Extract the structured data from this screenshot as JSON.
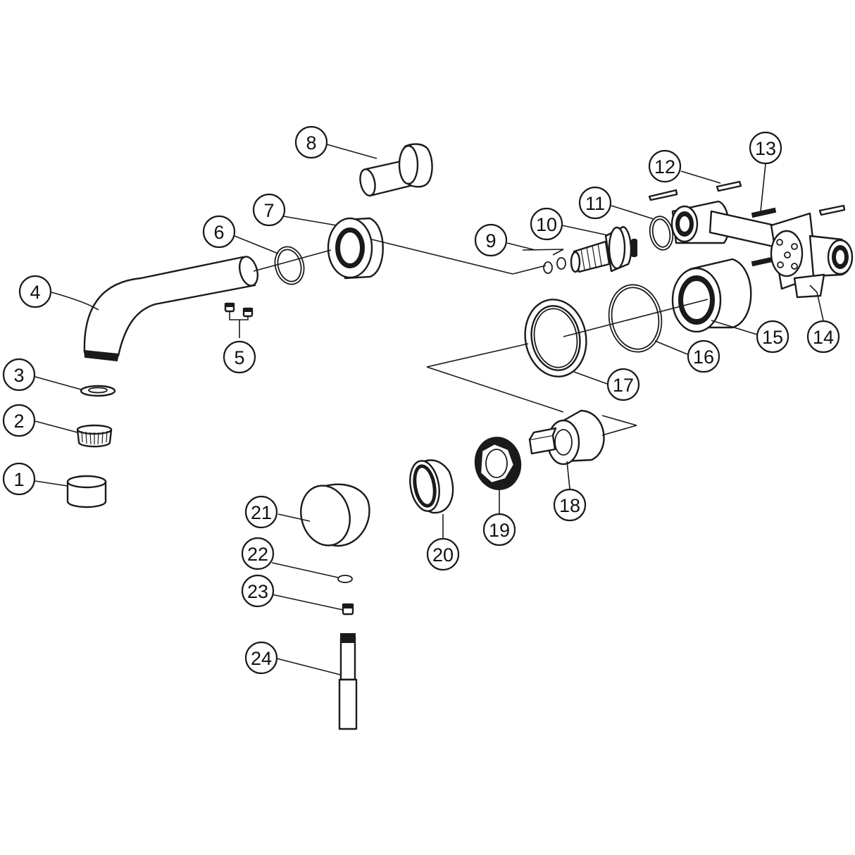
{
  "callouts": [
    {
      "number": "1"
    },
    {
      "number": "2"
    },
    {
      "number": "3"
    },
    {
      "number": "4"
    },
    {
      "number": "5"
    },
    {
      "number": "6"
    },
    {
      "number": "7"
    },
    {
      "number": "8"
    },
    {
      "number": "9"
    },
    {
      "number": "10"
    },
    {
      "number": "11"
    },
    {
      "number": "12"
    },
    {
      "number": "13"
    },
    {
      "number": "14"
    },
    {
      "number": "15"
    },
    {
      "number": "16"
    },
    {
      "number": "17"
    },
    {
      "number": "18"
    },
    {
      "number": "19"
    },
    {
      "number": "20"
    },
    {
      "number": "21"
    },
    {
      "number": "22"
    },
    {
      "number": "23"
    },
    {
      "number": "24"
    }
  ]
}
